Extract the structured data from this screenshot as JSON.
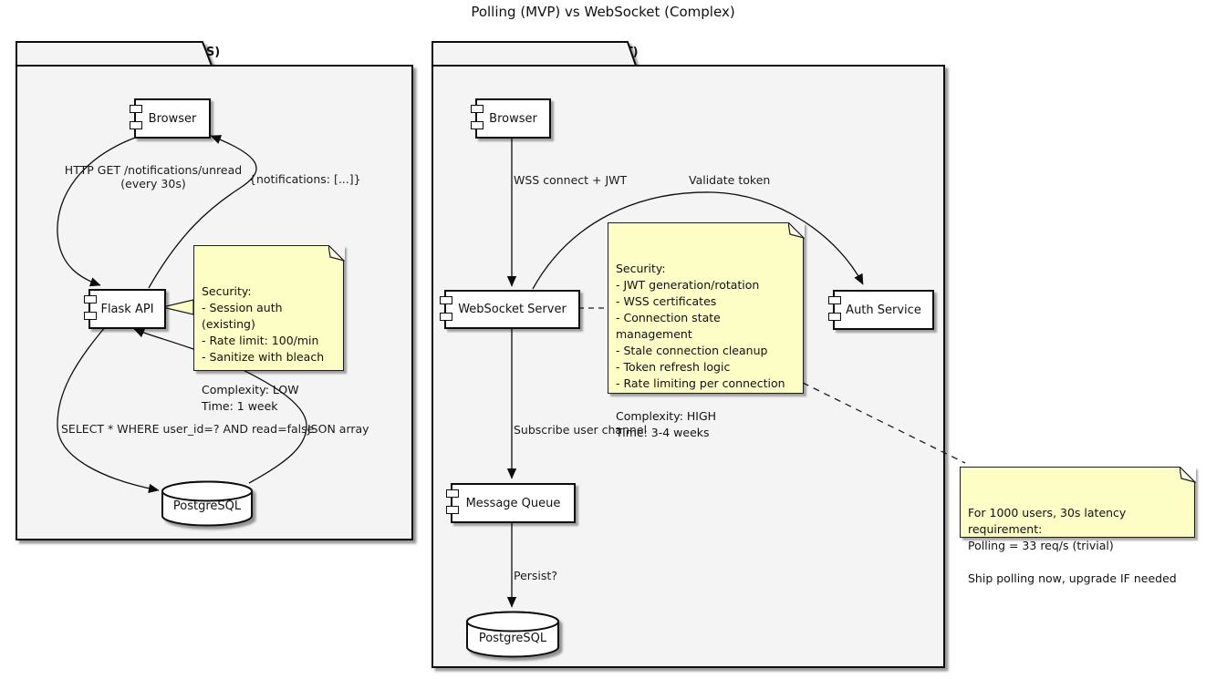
{
  "title": "Polling (MVP) vs WebSocket (Complex)",
  "colors": {
    "note_bg": "#fdfdc6",
    "package_bg": "#f4f4f4",
    "line": "#111111",
    "component_bg": "#ffffff"
  },
  "polling": {
    "package_title": "Polling Approach (SHIP THIS)",
    "nodes": {
      "browser": "Browser",
      "api": "Flask API",
      "db": "PostgreSQL"
    },
    "edges": {
      "request": "HTTP GET /notifications/unread\n(every 30s)",
      "response": "{notifications: [...]}",
      "query": "SELECT * WHERE user_id=? AND read=false",
      "result": "JSON array"
    },
    "note": "Security:\n- Session auth (existing)\n- Rate limit: 100/min\n- Sanitize with bleach\n\nComplexity: LOW\nTime: 1 week"
  },
  "websocket": {
    "package_title": "WebSocket Approach (DON'T)",
    "nodes": {
      "browser": "Browser",
      "server": "WebSocket Server",
      "auth": "Auth Service",
      "queue": "Message Queue",
      "db": "PostgreSQL"
    },
    "edges": {
      "connect": "WSS connect + JWT",
      "validate": "Validate token",
      "subscribe": "Subscribe user channel",
      "persist": "Persist?"
    },
    "note": "Security:\n- JWT generation/rotation\n- WSS certificates\n- Connection state management\n- Stale connection cleanup\n- Token refresh logic\n- Rate limiting per connection\n\nComplexity: HIGH\nTime: 3-4 weeks"
  },
  "conclusion_note": "For 1000 users, 30s latency requirement:\nPolling = 33 req/s (trivial)\n\nShip polling now, upgrade IF needed"
}
